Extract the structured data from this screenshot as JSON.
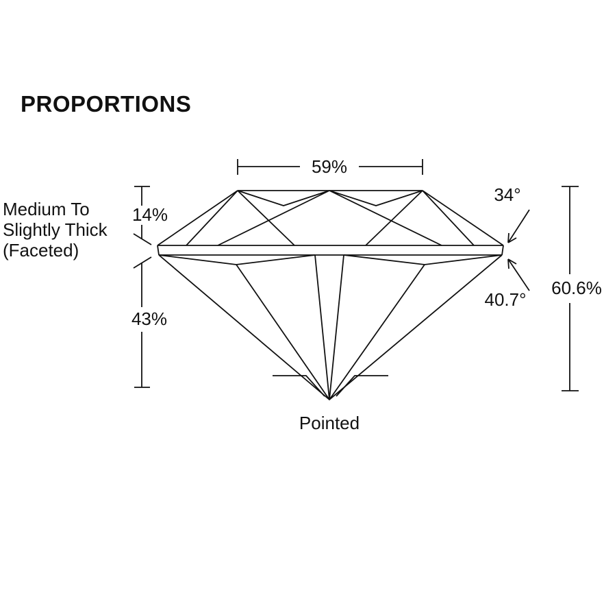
{
  "title": "PROPORTIONS",
  "diagram": {
    "table_percent": "59%",
    "crown_angle": "34°",
    "crown_height_percent": "14%",
    "pavilion_depth_percent": "43%",
    "pavilion_angle": "40.7°",
    "total_depth_percent": "60.6%",
    "girdle_label_line1": "Medium To",
    "girdle_label_line2": "Slightly Thick",
    "girdle_label_line3": "(Faceted)",
    "culet_label": "Pointed"
  },
  "colors": {
    "line": "#111111",
    "text": "#111111",
    "background": "#ffffff"
  }
}
